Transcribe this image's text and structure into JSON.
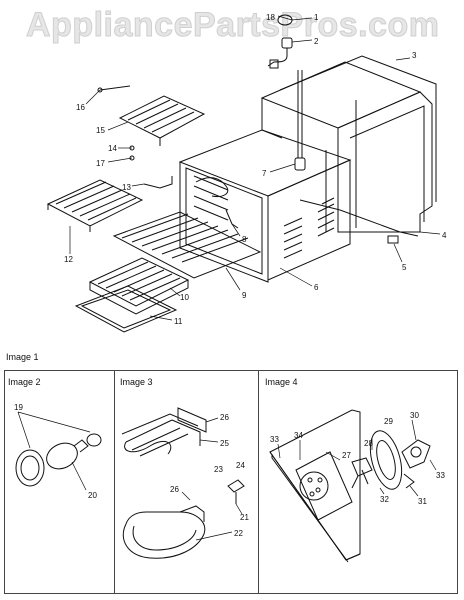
{
  "watermark": "AppliancePartsPros.com",
  "captions": {
    "image1": "Image 1",
    "image2": "Image 2",
    "image3": "Image 3",
    "image4": "Image 4"
  },
  "callouts": {
    "c1": "1",
    "c2": "2",
    "c3": "3",
    "c4": "4",
    "c5": "5",
    "c6": "6",
    "c7": "7",
    "c8": "8",
    "c9": "9",
    "c10": "10",
    "c11": "11",
    "c12": "12",
    "c13": "13",
    "c14": "14",
    "c15": "15",
    "c16": "16",
    "c17": "17",
    "c18": "18",
    "c19": "19",
    "c20": "20",
    "c21": "21",
    "c22": "22",
    "c23": "23",
    "c24": "24",
    "c25": "25",
    "c26a": "26",
    "c26b": "26",
    "c27": "27",
    "c28": "28",
    "c29": "29",
    "c30": "30",
    "c31": "31",
    "c32": "32",
    "c33a": "33",
    "c33b": "33",
    "c34": "34"
  }
}
